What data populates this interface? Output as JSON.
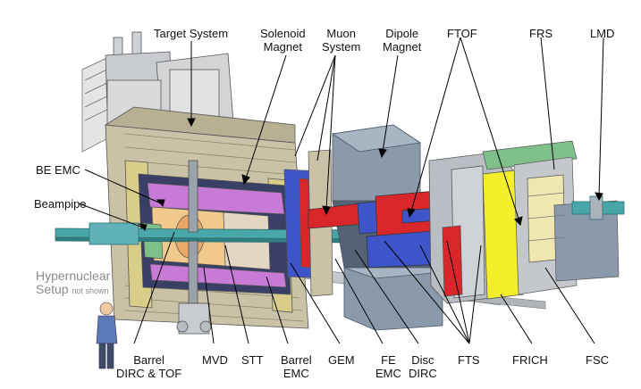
{
  "labels": {
    "target_system": "Target System",
    "solenoid_magnet": [
      "Solenoid",
      "Magnet"
    ],
    "muon_system": [
      "Muon",
      "System"
    ],
    "dipole_magnet": [
      "Dipole",
      "Magnet"
    ],
    "ftof": "FTOF",
    "frs": "FRS",
    "lmd": "LMD",
    "be_emc": "BE EMC",
    "beampipe": "Beampipe",
    "hypernuclear_setup": "Hypernuclear",
    "hypernuclear_setup_line2": "Setup",
    "not_shown": "not shown",
    "barrel_dirc_tof": [
      "Barrel",
      "DIRC & TOF"
    ],
    "mvd": "MVD",
    "stt": "STT",
    "barrel_emc": [
      "Barrel",
      "EMC"
    ],
    "gem": "GEM",
    "fe_emc": [
      "FE",
      "EMC"
    ],
    "disc_dirc": [
      "Disc",
      "DIRC"
    ],
    "fts": "FTS",
    "frich": "FRICH",
    "fsc": "FSC"
  },
  "colors": {
    "yoke": "#c9c2a6",
    "yoke_dark": "#8e8770",
    "emc_purple": "#c77bd6",
    "blue_slats": "#3d55c9",
    "red_module": "#d8262b",
    "frich_yellow": "#f4ef2a",
    "dipole_grey": "#8b9aaa",
    "rails_grey": "#b9bec4",
    "green_frs": "#7fc08a",
    "beamline_teal": "#4aa7a9",
    "target_grey": "#c8ccd0",
    "stt_orange": "#f1c98d"
  }
}
